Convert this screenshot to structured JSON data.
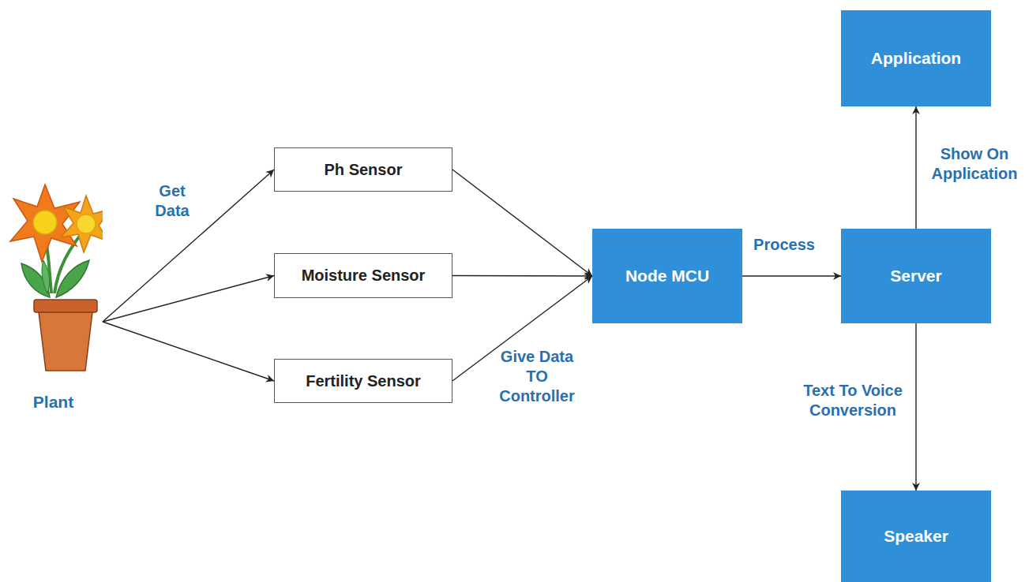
{
  "diagram": {
    "nodes": [
      {
        "text": [
          "Plant"
        ]
      },
      {
        "text": [
          "Ph Sensor"
        ]
      },
      {
        "text": [
          "Moisture Sensor"
        ]
      },
      {
        "text": [
          "Fertility Sensor"
        ]
      },
      {
        "text": [
          "Node MCU"
        ]
      },
      {
        "text": [
          "Server"
        ]
      },
      {
        "text": [
          "Application"
        ]
      },
      {
        "text": [
          "Speaker"
        ]
      }
    ],
    "edges": [
      {
        "from": 0,
        "to": 1,
        "label": "Get Data",
        "arrow": "to"
      },
      {
        "from": 0,
        "to": 2,
        "arrow": "to"
      },
      {
        "from": 0,
        "to": 3,
        "arrow": "to"
      },
      {
        "from": 1,
        "to": 4,
        "arrow": "to"
      },
      {
        "from": 2,
        "to": 4,
        "arrow": "to"
      },
      {
        "from": 3,
        "to": 4,
        "label": "Give Data TO Controller",
        "arrow": "to"
      },
      {
        "from": 4,
        "to": 5,
        "label": "Process",
        "arrow": "to"
      },
      {
        "from": 5,
        "to": 6,
        "label": "Show On Application",
        "arrow": "to"
      },
      {
        "from": 5,
        "to": 7,
        "label": "Text To Voice Conversion",
        "arrow": "to"
      }
    ]
  }
}
